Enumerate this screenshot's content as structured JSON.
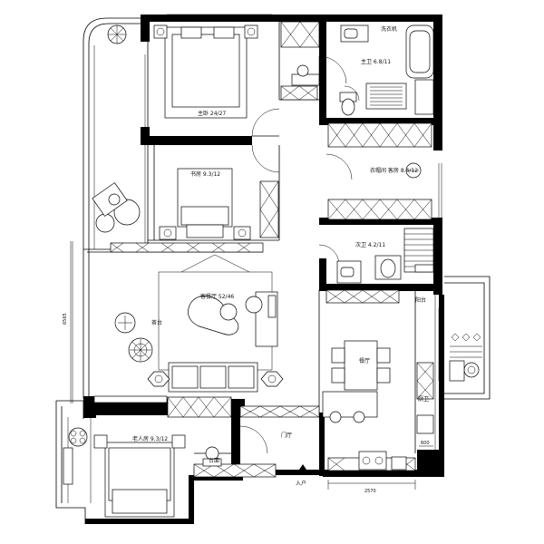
{
  "rooms": {
    "master_bedroom": "主卧 24/27",
    "master_bath": "主卫 6.8/11",
    "study": "书房 9.3/12",
    "cloakroom": "衣帽间 客房 8.4/12",
    "guest_bath": "次卫 4.2/11",
    "living_room": "客餐厅 52/46",
    "old_man_room": "老人房 9.3/12",
    "entry": "门厅",
    "balcony": "阳台",
    "kitchen": "厨卫",
    "tea": "茶台",
    "dining": "餐厅"
  },
  "annotations": {
    "washer": "洗衣机",
    "entrance": "入户",
    "dim_600": "600",
    "dim_2570": "2570",
    "dim_6565": "6565",
    "sink_label": "台面"
  }
}
